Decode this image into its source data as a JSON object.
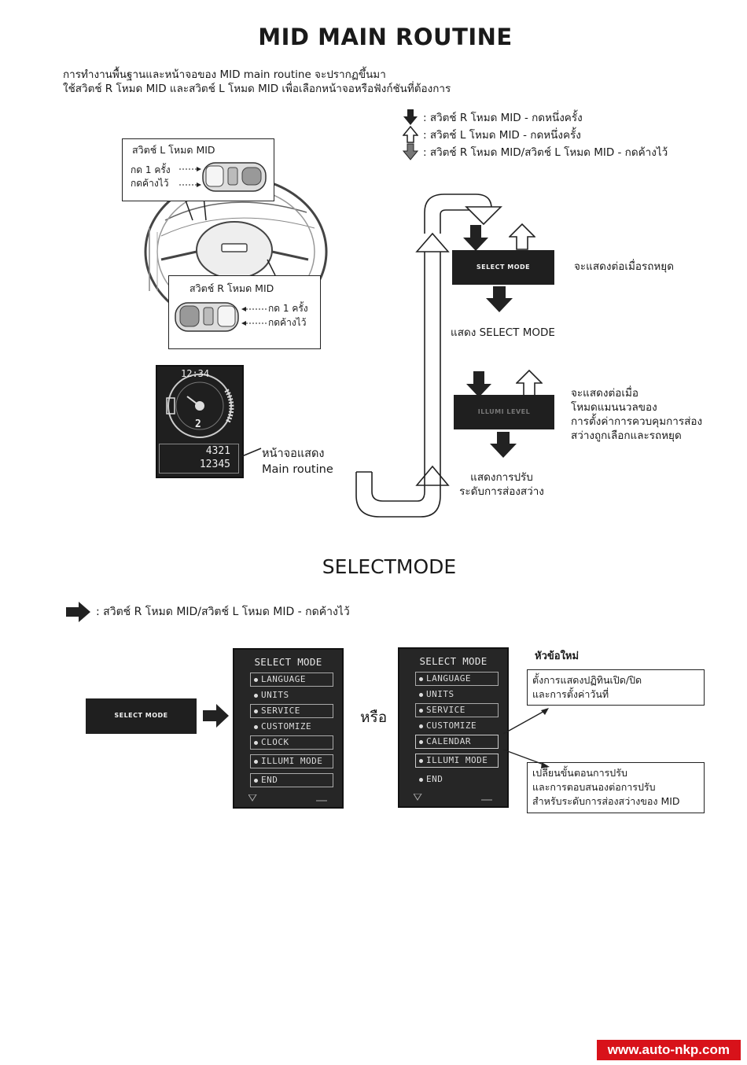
{
  "title": "MID MAIN ROUTINE",
  "intro": {
    "line1": "การทำงานพื้นฐานและหน้าจอของ MID main routine จะปรากฏขึ้นมา",
    "line2": "ใช้สวิตช์ R โหมด MID และสวิตช์ L โหมด MID เพื่อเลือกหน้าจอหรือฟังก์ชันที่ต้องการ"
  },
  "legend": [
    {
      "icon": "down-arrow-filled-icon",
      "text": ": สวิตช์ R โหมด MID - กดหนึ่งครั้ง"
    },
    {
      "icon": "up-arrow-outline-icon",
      "text": ": สวิตช์ L โหมด MID - กดหนึ่งครั้ง"
    },
    {
      "icon": "down-arrow-half-icon",
      "text": ": สวิตช์ R โหมด MID/สวิตช์ L โหมด MID - กดค้างไว้"
    }
  ],
  "switch_l": {
    "title": "สวิตช์ L โหมด MID",
    "press_once": "กด 1 ครั้ง",
    "hold": "กดค้างไว้"
  },
  "switch_r": {
    "title": "สวิตช์ R โหมด MID",
    "press_once": "กด 1 ครั้ง",
    "hold": "กดค้างไว้"
  },
  "cluster": {
    "clock": "12:34",
    "gear": "2",
    "trip": "4321",
    "odo": "12345"
  },
  "main_routine_caption": {
    "line1": "หน้าจอแสดง",
    "line2": "Main routine"
  },
  "select_mode_block": {
    "screen_label": "SELECT MODE",
    "note": "จะแสดงต่อเมื่อรถหยุด",
    "result": "แสดง SELECT MODE"
  },
  "illumi_block": {
    "screen_label": "ILLUMI LEVEL",
    "note_lines": [
      "จะแสดงต่อเมื่อ",
      "โหมดแมนนวลของ",
      "การตั้งค่าการควบคุมการส่อง",
      "สว่างถูกเลือกและรถหยุด"
    ],
    "result_lines": [
      "แสดงการปรับ",
      "ระดับการส่องสว่าง"
    ]
  },
  "section2_title": "SELECTMODE",
  "section2_legend": ": สวิตช์ R โหมด MID/สวิตช์ L โหมด MID - กดค้างไว้",
  "select_mode_small_label": "SELECT MODE",
  "or_text": "หรือ",
  "menu_old": {
    "header": "SELECT MODE",
    "items": [
      "LANGUAGE",
      "UNITS",
      "SERVICE",
      "CUSTOMIZE",
      "CLOCK",
      "ILLUMI MODE",
      "END"
    ]
  },
  "menu_new": {
    "header": "SELECT MODE",
    "items": [
      "LANGUAGE",
      "UNITS",
      "SERVICE",
      "CUSTOMIZE",
      "CALENDAR",
      "ILLUMI MODE",
      "END"
    ]
  },
  "new_topics_label": "หัวข้อใหม่",
  "callout_calendar": [
    "ตั้งการแสดงปฏิทินเปิด/ปิด",
    "และการตั้งค่าวันที่"
  ],
  "callout_illumi": [
    "เปลี่ยนขั้นตอนการปรับ",
    "และการตอบสนองต่อการปรับ",
    "สำหรับระดับการส่องสว่างของ MID"
  ],
  "footer": "www.auto-nkp.com"
}
